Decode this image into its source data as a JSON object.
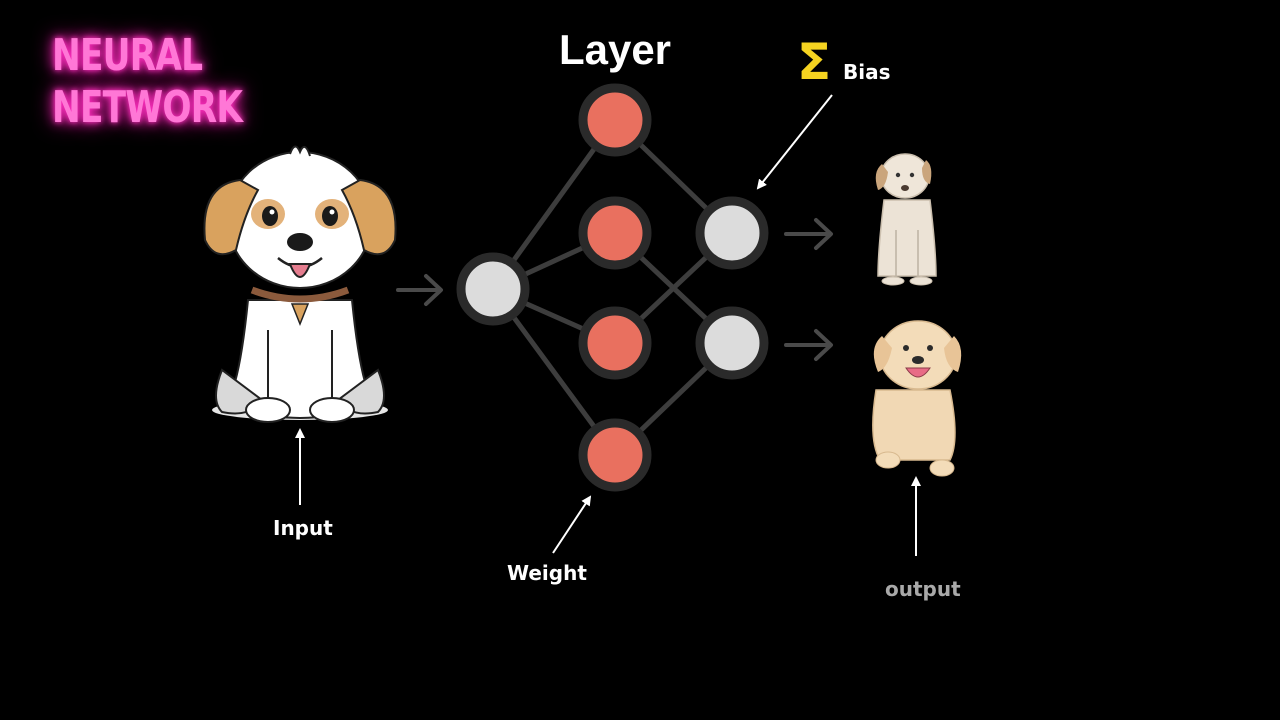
{
  "title": {
    "line1": "NEURAL",
    "line2": "NETWORK"
  },
  "labels": {
    "layer": "Layer",
    "bias": "Bias",
    "bias_symbol": "Σ",
    "input": "Input",
    "weight": "Weight",
    "output": "output"
  },
  "colors": {
    "neon_pink": "#ff77d6",
    "hidden_node": "#e9705f",
    "io_node": "#dcdcdc",
    "node_ring": "#2a2a2a",
    "edge": "#3d3d3d",
    "sigma": "#f5d320",
    "output_label": "#a9a9a9"
  },
  "network": {
    "nodes": [
      {
        "id": "in1",
        "kind": "input"
      },
      {
        "id": "h1",
        "kind": "hidden"
      },
      {
        "id": "h2",
        "kind": "hidden"
      },
      {
        "id": "h3",
        "kind": "hidden"
      },
      {
        "id": "h4",
        "kind": "hidden"
      },
      {
        "id": "o1",
        "kind": "output"
      },
      {
        "id": "o2",
        "kind": "output"
      }
    ],
    "edges": [
      [
        "in1",
        "h1"
      ],
      [
        "in1",
        "h2"
      ],
      [
        "in1",
        "h3"
      ],
      [
        "in1",
        "h4"
      ],
      [
        "h1",
        "o1"
      ],
      [
        "h2",
        "o2"
      ],
      [
        "h3",
        "o1"
      ],
      [
        "h4",
        "o2"
      ]
    ]
  },
  "icons": {
    "input_image": "cartoon-puppy-icon",
    "output_top": "sitting-dog-icon",
    "output_bottom": "fluffy-puppy-icon"
  }
}
